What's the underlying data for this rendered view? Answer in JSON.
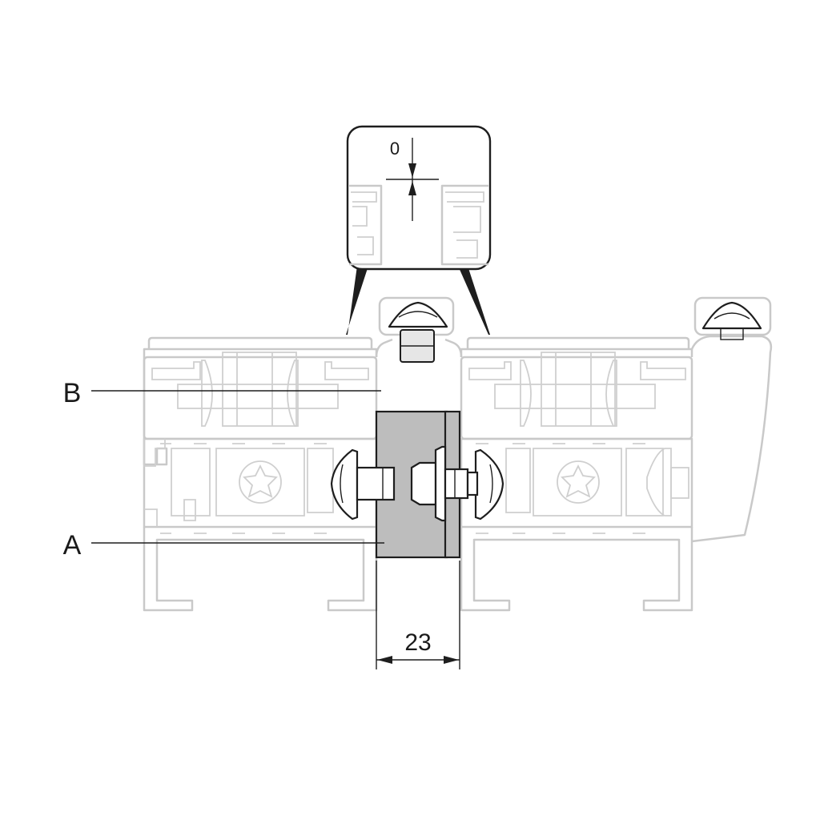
{
  "labels": {
    "part_a": "A",
    "part_b": "B",
    "dimension_width": "23",
    "detail_gap": "0"
  },
  "colors": {
    "line_dark": "#1e1e1e",
    "line_pale": "#c9c9c9",
    "connector_fill": "#bdbdbd",
    "background": "#ffffff"
  }
}
